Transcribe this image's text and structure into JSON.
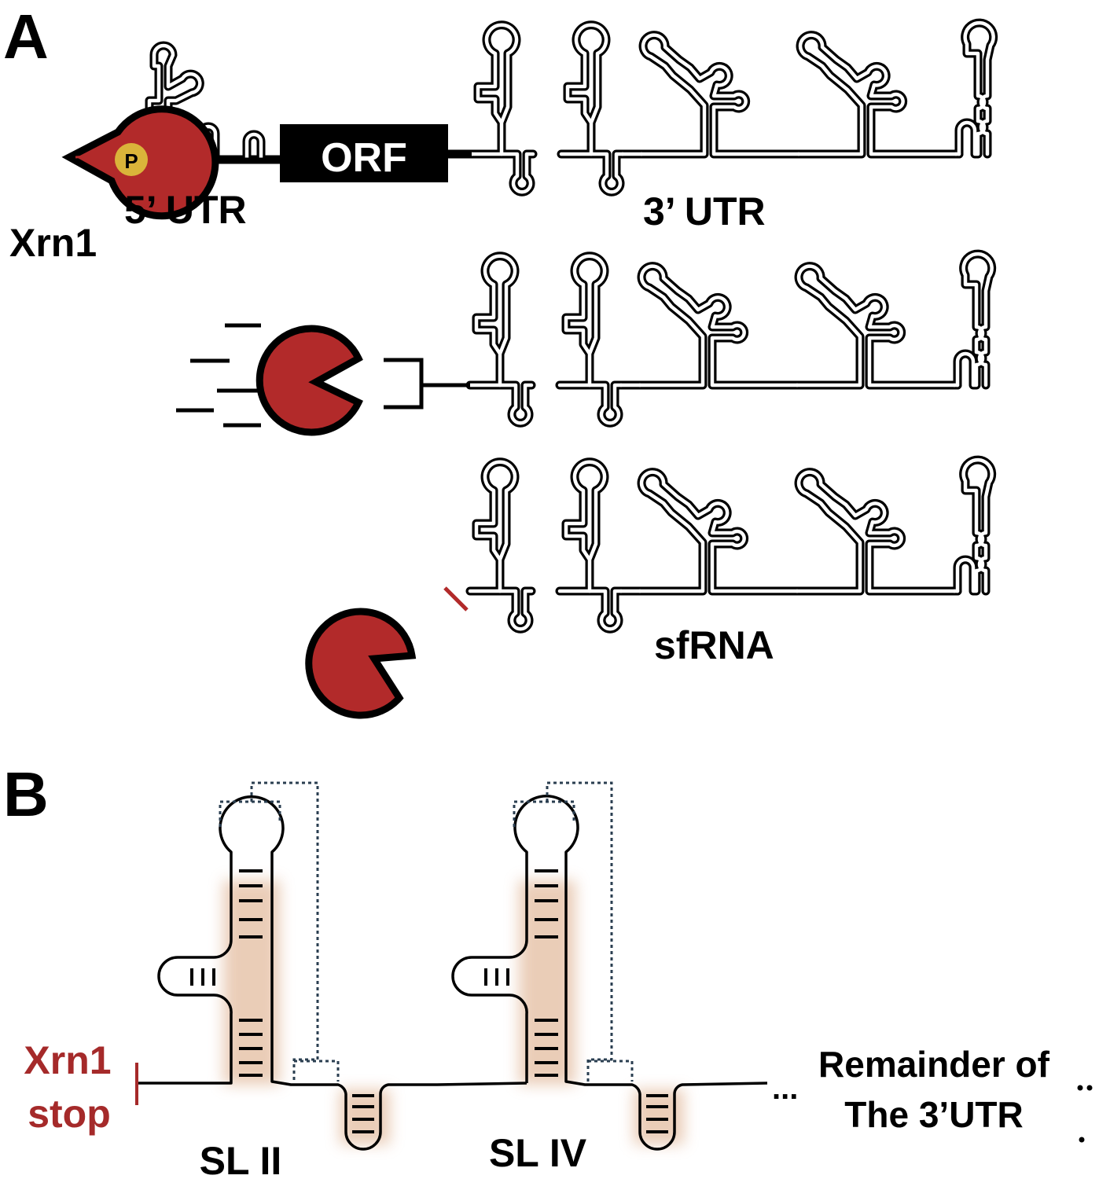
{
  "panel_a": {
    "label": "A",
    "xrn1_label": "Xrn1",
    "phosphate_label": "P",
    "utr5_label": "5’ UTR",
    "orf_label": "ORF",
    "utr3_label": "3’ UTR",
    "sfrna_label": "sfRNA"
  },
  "panel_b": {
    "label": "B",
    "xrn1_stop_line1": "Xrn1",
    "xrn1_stop_line2": "stop",
    "sl2_label": "SL II",
    "sl4_label": "SL IV",
    "remainder_line1": "Remainder of",
    "remainder_line2": "The 3’UTR",
    "ellipsis": "..."
  },
  "colors": {
    "xrn1_red": "#b22a2a",
    "phosphate_gold": "#dab43a",
    "stop_text": "#a52a2a",
    "pseudoknot_dots": "#2a3e50",
    "stem_glow": "#e8c8b0"
  }
}
